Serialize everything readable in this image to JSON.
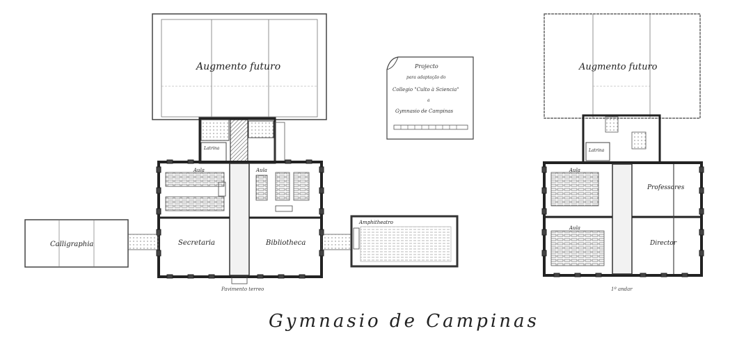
{
  "title": "Gymnasio de Campinas",
  "cartouche": {
    "line1": "Projecto",
    "line2": "para adaptação do",
    "line3": "Collegio \"Culto à Sciencia\"",
    "line4": "a",
    "line5": "Gymnasio de Campinas"
  },
  "ground_floor": {
    "caption": "Pavimento terreo",
    "rooms": {
      "future_extension": "Augmento futuro",
      "toilets": "Latrina",
      "classroom_left": "Aula",
      "classroom_right": "Aula",
      "secretary": "Secretaria",
      "library": "Bibliotheca",
      "yard": "Calligraphia",
      "amphitheatre": "Amphitheatro"
    }
  },
  "upper_floor": {
    "caption": "1º andar",
    "rooms": {
      "future_extension": "Augmento futuro",
      "toilets": "Latrina",
      "classroom_top": "Aula",
      "classroom_bottom": "Aula",
      "teachers": "Professores",
      "director": "Director"
    }
  }
}
